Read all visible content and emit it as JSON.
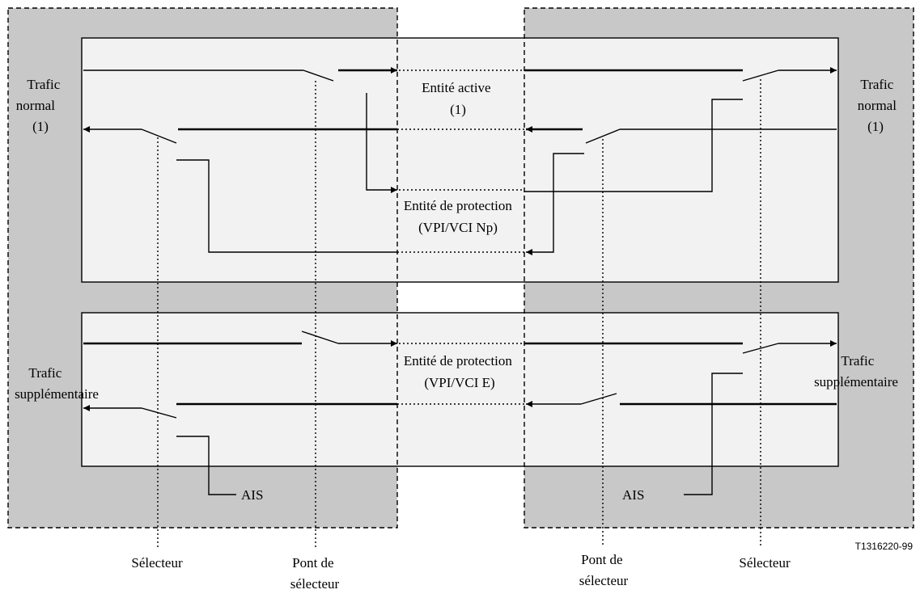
{
  "left_side": {
    "normal_traffic": [
      "Trafic",
      "normal",
      "(1)"
    ],
    "extra_traffic": [
      "Trafic",
      "supplémentaire"
    ],
    "ais": "AIS",
    "selector": "Sélecteur",
    "bridge": [
      "Pont de",
      "sélecteur"
    ]
  },
  "right_side": {
    "normal_traffic": [
      "Trafic",
      "normal",
      "(1)"
    ],
    "extra_traffic": [
      "Trafic",
      "supplémentaire"
    ],
    "ais": "AIS",
    "selector": "Sélecteur",
    "bridge": [
      "Pont de",
      "sélecteur"
    ]
  },
  "center": {
    "active_entity": [
      "Entité active",
      "(1)"
    ],
    "protection_entity_np": [
      "Entité de protection",
      "(VPI/VCI Np)"
    ],
    "protection_entity_e": [
      "Entité de protection",
      "(VPI/VCI E)"
    ]
  },
  "figure_code": "T1316220-99",
  "colors": {
    "shaded_node": "#c8c8c8",
    "inner_box": "#f2f2f2"
  }
}
